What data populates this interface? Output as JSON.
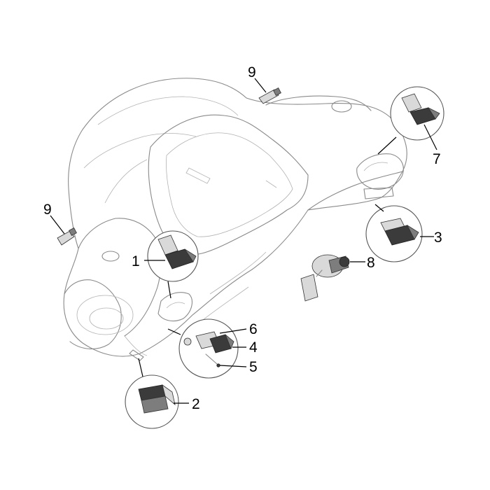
{
  "callouts": {
    "c1": "1",
    "c2": "2",
    "c3": "3",
    "c4": "4",
    "c5": "5",
    "c6": "6",
    "c7": "7",
    "c8": "8",
    "c9_top": "9",
    "c9_left": "9"
  },
  "colors": {
    "housing_outline": "#8a8a8a",
    "leader": "#000000",
    "part_dark": "#3b3b3b"
  }
}
